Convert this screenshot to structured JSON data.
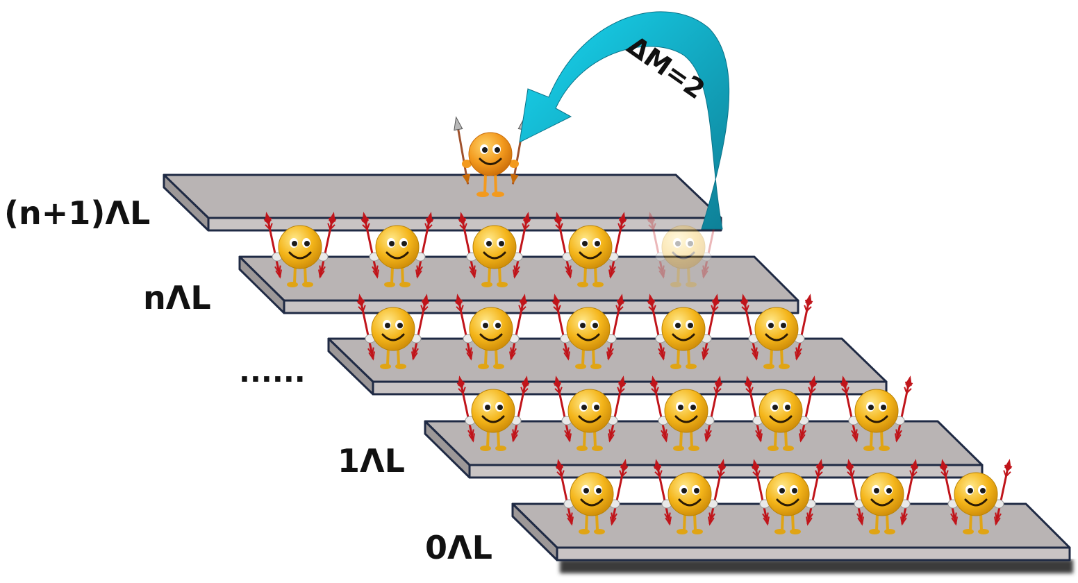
{
  "layers": [
    {
      "label": "(n+1)ΛL",
      "emojis": 0
    },
    {
      "label": "nΛL",
      "emojis": 5,
      "faded_index": 4
    },
    {
      "label": "......",
      "emojis": 5
    },
    {
      "label": "1ΛL",
      "emojis": 5
    },
    {
      "label": "0ΛL",
      "emojis": 5
    }
  ],
  "top_emoji": {
    "count": 1,
    "arrows": "silver"
  },
  "transition_arrow": {
    "label": "ΔM=2"
  },
  "colors": {
    "plate_top": "#b9b4b4",
    "plate_side": "#c9c4c4",
    "plate_outline": "#1f2a44",
    "shadow": "#3a3a3a",
    "arrow_light": "#18d8f2",
    "arrow_dark": "#0e7f96",
    "emoji_face": "#f4b51a",
    "emoji_face_light": "#ffe07a",
    "emoji_orange": "#f39a1e",
    "spear_red": "#c0141a",
    "label": "#111111"
  }
}
